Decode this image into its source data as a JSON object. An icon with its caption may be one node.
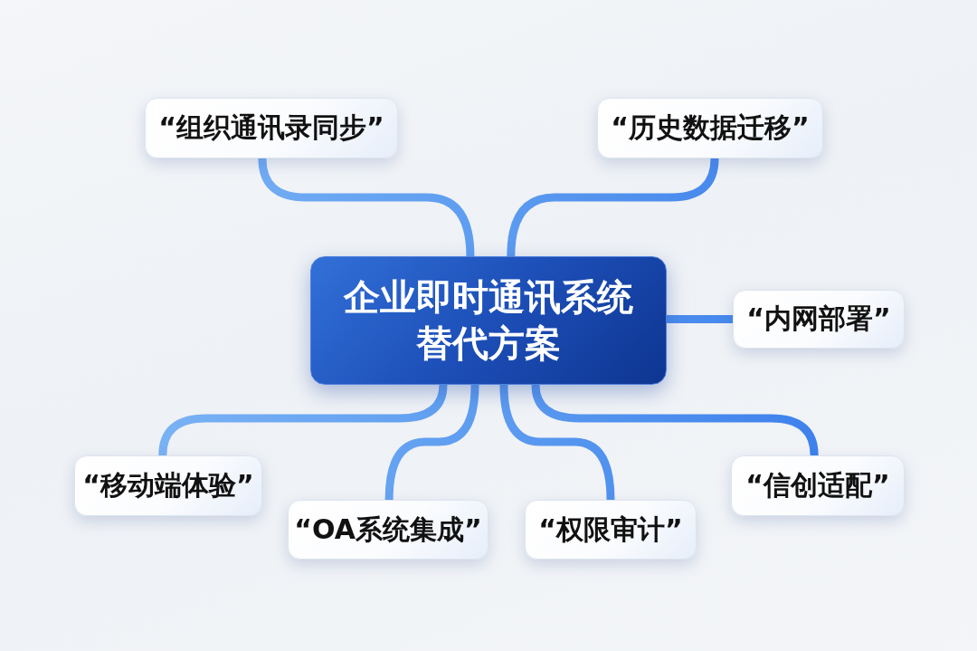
{
  "diagram": {
    "nodes": [
      {
        "text": [
          "企业即时通讯系统替代方案"
        ]
      },
      {
        "text": [
          "“组织通讯录同步”"
        ]
      },
      {
        "text": [
          "“历史数据迁移”"
        ]
      },
      {
        "text": [
          "“内网部署”"
        ]
      },
      {
        "text": [
          "“移动端体验”"
        ]
      },
      {
        "text": [
          "“信创适配”"
        ]
      },
      {
        "text": [
          "“OA系统集成”"
        ]
      },
      {
        "text": [
          "“权限审计”"
        ]
      }
    ],
    "edges": [
      {
        "from": 0,
        "to": 1,
        "arrow": "none"
      },
      {
        "from": 0,
        "to": 2,
        "arrow": "none"
      },
      {
        "from": 0,
        "to": 3,
        "arrow": "none"
      },
      {
        "from": 0,
        "to": 4,
        "arrow": "none"
      },
      {
        "from": 0,
        "to": 5,
        "arrow": "none"
      },
      {
        "from": 0,
        "to": 6,
        "arrow": "none"
      },
      {
        "from": 0,
        "to": 7,
        "arrow": "none"
      }
    ]
  }
}
